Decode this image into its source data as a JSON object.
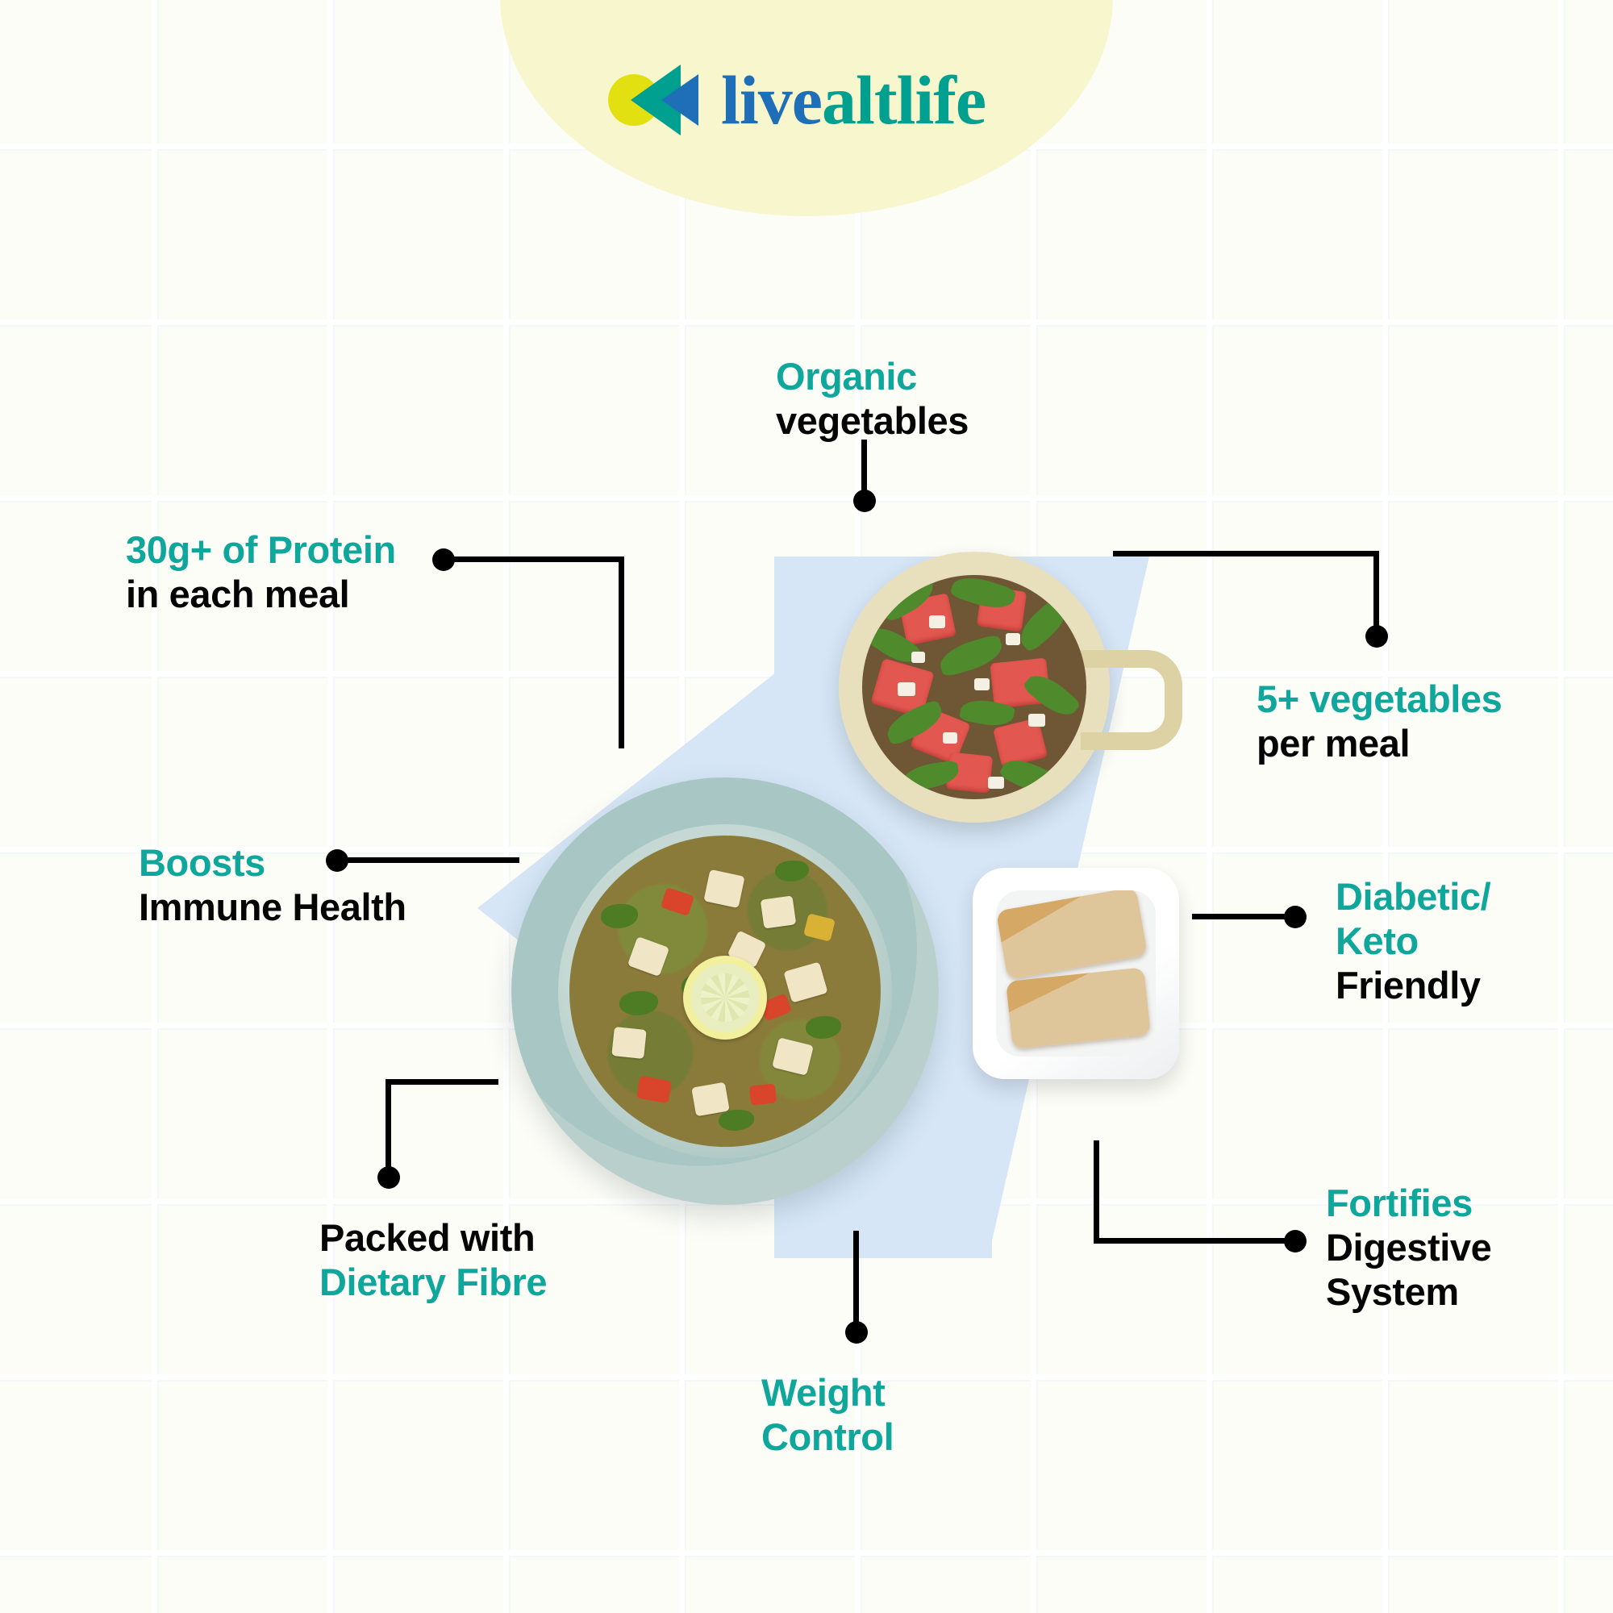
{
  "brand": {
    "logo_live": "live",
    "logo_alt": "altlife",
    "mark_icons": [
      "circle-mark-icon",
      "triangle-teal-icon",
      "triangle-blue-icon"
    ],
    "colors": {
      "teal": "#0fa79b",
      "logo_teal": "#00a090",
      "logo_blue": "#1f6fb8",
      "logo_yellow": "#e3e011",
      "arc_yellow": "#f7f6cd",
      "black": "#050505",
      "accent_blue": "#d6e6f7",
      "background": "#fdfdf8"
    }
  },
  "features": [
    {
      "id": "organic-vegetables",
      "line1": "Organic",
      "line2": "vegetables",
      "line1_color": "teal",
      "line2_color": "black"
    },
    {
      "id": "protein",
      "line1": "30g+ of Protein",
      "line2": "in each meal",
      "line1_color": "teal",
      "line2_color": "black"
    },
    {
      "id": "immune-health",
      "line1": "Boosts",
      "line2": "Immune Health",
      "line1_color": "teal",
      "line2_color": "black"
    },
    {
      "id": "dietary-fibre",
      "line1": "Packed with",
      "line2": "Dietary Fibre",
      "line1_color": "black",
      "line2_color": "teal"
    },
    {
      "id": "weight-control",
      "line1": "Weight",
      "line2": "Control",
      "line1_color": "teal",
      "line2_color": "teal"
    },
    {
      "id": "five-vegetables",
      "line1": "5+ vegetables",
      "line2": "per meal",
      "line1_color": "teal",
      "line2_color": "black"
    },
    {
      "id": "diabetic-keto",
      "line1": "Diabetic/",
      "line2": "Keto",
      "line3": "Friendly",
      "line1_color": "teal",
      "line2_color": "teal",
      "line3_color": "black"
    },
    {
      "id": "digestive-system",
      "line1": "Fortifies",
      "line2": "Digestive",
      "line3": "System",
      "line1_color": "teal",
      "line2_color": "black",
      "line3_color": "black"
    }
  ],
  "food_items": [
    {
      "id": "soup-bowl",
      "name": "vegetable tofu soup with lemon slice in ceramic bowl"
    },
    {
      "id": "salad-mug",
      "name": "watermelon arugula feta salad in ceramic mug"
    },
    {
      "id": "bread-dish",
      "name": "two slices of seeded bread in white square dish"
    }
  ]
}
